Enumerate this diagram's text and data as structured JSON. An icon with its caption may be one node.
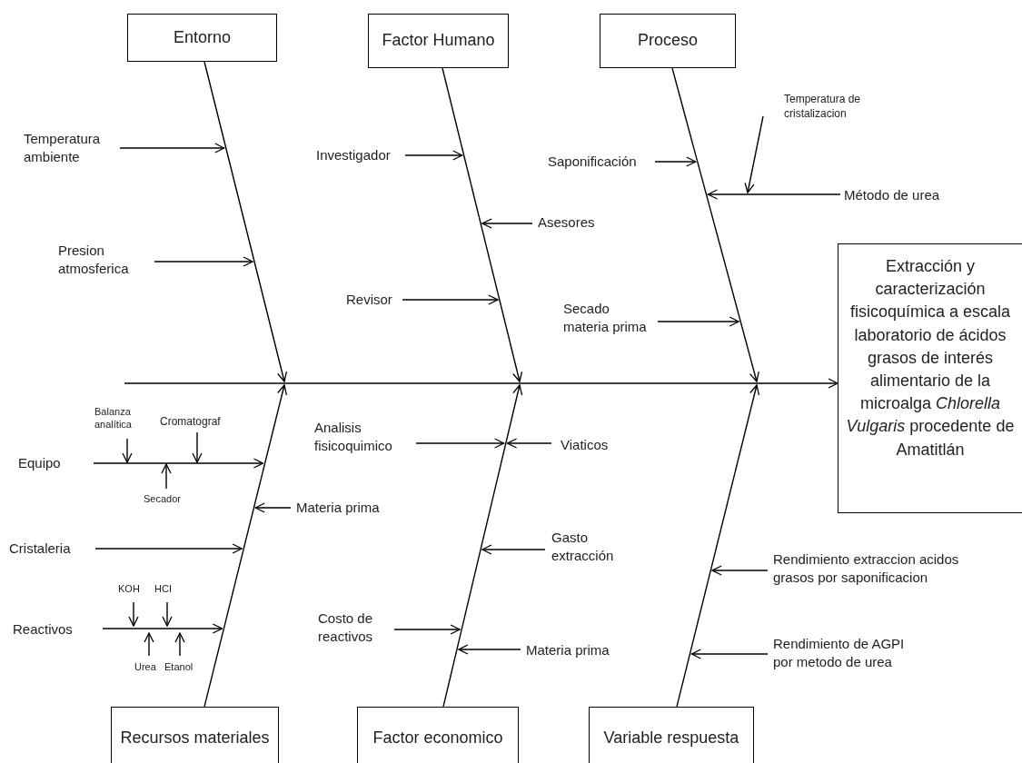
{
  "diagram": {
    "nodes": [
      {
        "text": [
          "Entorno"
        ]
      },
      {
        "text": [
          "Factor Humano"
        ]
      },
      {
        "text": [
          "Proceso"
        ]
      },
      {
        "text": [
          "Temperatura ambiente"
        ]
      },
      {
        "text": [
          "Presion atmosferica"
        ]
      },
      {
        "text": [
          "Investigador"
        ]
      },
      {
        "text": [
          "Asesores"
        ]
      },
      {
        "text": [
          "Revisor"
        ]
      },
      {
        "text": [
          "Saponificación"
        ]
      },
      {
        "text": [
          "Temperatura de cristalizacion"
        ]
      },
      {
        "text": [
          "Método de urea"
        ]
      },
      {
        "text": [
          "Secado materia prima"
        ]
      },
      {
        "text": [
          "Extracción y caracterización fisicoquímica a escala laboratorio de ácidos grasos de interés alimentario de la microalga *Chlorella Vulgaris* procedente de Amatitlán"
        ]
      },
      {
        "text": [
          "Balanza analítica"
        ]
      },
      {
        "text": [
          "Cromatograf"
        ]
      },
      {
        "text": [
          "Equipo"
        ]
      },
      {
        "text": [
          "Secador"
        ]
      },
      {
        "text": [
          "Materia prima"
        ]
      },
      {
        "text": [
          "Analisis fisicoquimico"
        ]
      },
      {
        "text": [
          "Viaticos"
        ]
      },
      {
        "text": [
          "Cristaleria"
        ]
      },
      {
        "text": [
          "Gasto extracción"
        ]
      },
      {
        "text": [
          "Rendimiento extraccion acidos grasos por saponificacion"
        ]
      },
      {
        "text": [
          "KOH"
        ]
      },
      {
        "text": [
          "HCI"
        ]
      },
      {
        "text": [
          "Reactivos"
        ]
      },
      {
        "text": [
          "Urea"
        ]
      },
      {
        "text": [
          "Etanol"
        ]
      },
      {
        "text": [
          "Costo de reactivos"
        ]
      },
      {
        "text": [
          "Materia prima"
        ]
      },
      {
        "text": [
          "Rendimiento de AGPI por metodo de urea"
        ]
      },
      {
        "text": [
          "Recursos materiales"
        ]
      },
      {
        "text": [
          "Factor economico"
        ]
      },
      {
        "text": [
          "Variable respuesta"
        ]
      }
    ],
    "edges": [
      {
        "from": 0,
        "to": null,
        "arrow": "to"
      },
      {
        "from": 1,
        "to": null,
        "arrow": "to"
      },
      {
        "from": 2,
        "to": null,
        "arrow": "to"
      },
      {
        "from": 31,
        "to": null,
        "arrow": "to"
      },
      {
        "from": 32,
        "to": null,
        "arrow": "to"
      },
      {
        "from": 33,
        "to": null,
        "arrow": "to"
      },
      {
        "from": null,
        "to": 12,
        "arrow": "to"
      },
      {
        "from": 3,
        "to": null,
        "arrow": "to"
      },
      {
        "from": 4,
        "to": null,
        "arrow": "to"
      },
      {
        "from": 5,
        "to": null,
        "arrow": "to"
      },
      {
        "from": 6,
        "to": null,
        "arrow": "to"
      },
      {
        "from": 7,
        "to": null,
        "arrow": "to"
      },
      {
        "from": 8,
        "to": null,
        "arrow": "to"
      },
      {
        "from": 9,
        "to": null,
        "arrow": "to"
      },
      {
        "from": 10,
        "to": null,
        "arrow": "to"
      },
      {
        "from": 11,
        "to": null,
        "arrow": "to"
      },
      {
        "from": 13,
        "to": null,
        "arrow": "to"
      },
      {
        "from": 14,
        "to": null,
        "arrow": "to"
      },
      {
        "from": 15,
        "to": null,
        "arrow": "to"
      },
      {
        "from": 16,
        "to": null,
        "arrow": "to"
      },
      {
        "from": 17,
        "to": null,
        "arrow": "to"
      },
      {
        "from": 18,
        "to": null,
        "arrow": "to"
      },
      {
        "from": 19,
        "to": null,
        "arrow": "to"
      },
      {
        "from": 20,
        "to": null,
        "arrow": "to"
      },
      {
        "from": 21,
        "to": null,
        "arrow": "to"
      },
      {
        "from": 22,
        "to": null,
        "arrow": "to"
      },
      {
        "from": 23,
        "to": null,
        "arrow": "to"
      },
      {
        "from": 24,
        "to": null,
        "arrow": "to"
      },
      {
        "from": 25,
        "to": null,
        "arrow": "to"
      },
      {
        "from": 26,
        "to": null,
        "arrow": "to"
      },
      {
        "from": 27,
        "to": null,
        "arrow": "to"
      },
      {
        "from": 28,
        "to": null,
        "arrow": "to"
      },
      {
        "from": 29,
        "to": null,
        "arrow": "to"
      },
      {
        "from": 30,
        "to": null,
        "arrow": "to"
      }
    ]
  }
}
